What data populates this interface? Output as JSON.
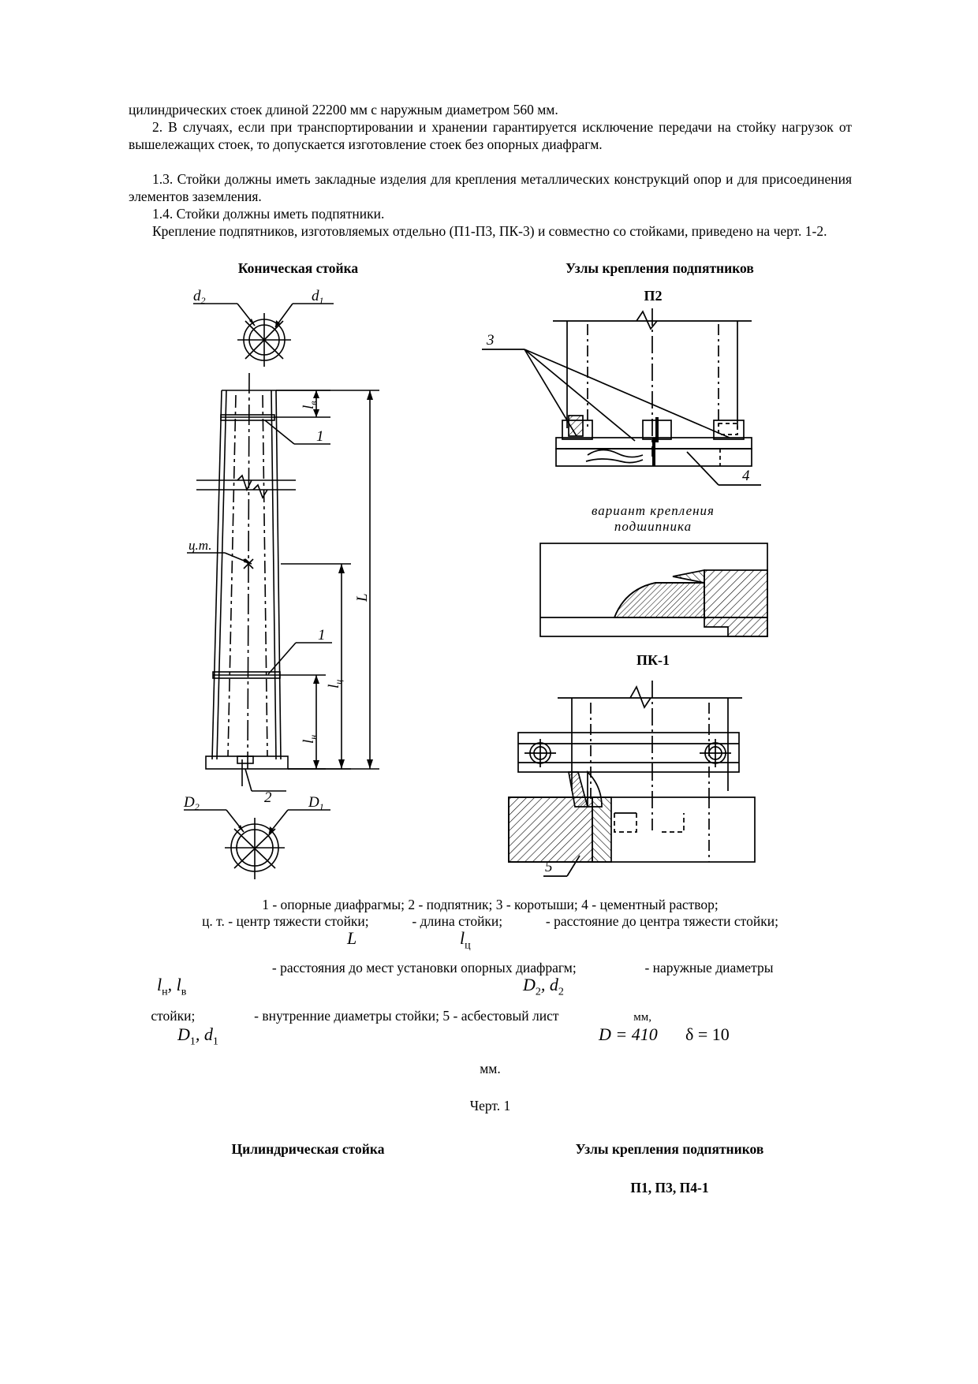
{
  "document": {
    "paragraphs": [
      "цилиндрических стоек длиной 22200 мм с наружным диаметром 560 мм.",
      "2. В случаях, если при транспортировании и хранении гарантируется исключение передачи на стойку нагрузок от вышележащих стоек, то допускается изготовление стоек без опорных диафрагм.",
      "1.3. Стойки должны иметь закладные изделия для крепления металлических конструкций опор и для присоединения элементов заземления.",
      "1.4. Стойки должны иметь подпятники.",
      "Крепление подпятников, изготовляемых отдельно (П1-П3, ПК-3) и совместно со стойками, приведено на черт. 1-2."
    ]
  },
  "figure1": {
    "heading_left": "Коническая стойка",
    "heading_right": "Узлы крепления подпятников",
    "right_sub1": "П2",
    "right_variant_line1": "вариант  крепления",
    "right_variant_line2": "подшипника",
    "right_sub2": "ПК-1",
    "labels": {
      "d2": "d",
      "d2_sub": "2",
      "d1": "d",
      "d1_sub": "1",
      "D2": "D",
      "D2_sub": "2",
      "D1": "D",
      "D1_sub": "1",
      "lv": "l",
      "lv_sub": "в",
      "lts": "l",
      "lts_sub": "ц",
      "ln": "l",
      "ln_sub": "н",
      "L": "L",
      "ct": "ц.т.",
      "callout1": "1",
      "callout2": "2",
      "callout3": "3",
      "callout4": "4",
      "callout5": "5"
    },
    "caption": {
      "line1": "1 - опорные диафрагмы; 2 - подпятник; 3 - коротыши; 4 - цементный раствор;",
      "line2_a": "ц. т. - центр тяжести стойки;",
      "line2_sym1": "L",
      "line2_b": "- длина стойки;",
      "line2_sym2": "l",
      "line2_sym2_sub": "ц",
      "line2_c": "- расстояние до центра тяжести стойки;",
      "line3_sym": "l",
      "line3_sym_sub1": "н",
      "line3_sym2": "l",
      "line3_sym_sub2": "в",
      "line3_a": "- расстояния до мест установки опорных диафрагм;",
      "line3_sym3": "D",
      "line3_sym3_sub": "2",
      "line3_sym4": "d",
      "line3_sym4_sub": "2",
      "line3_b": "- наружные диаметры",
      "line4_a": "стойки;",
      "line4_sym1": "D",
      "line4_sym1_sub": "1",
      "line4_sym2": "d",
      "line4_sym2_sub": "1",
      "line4_b": "- внутренние диаметры стойки; 5 - асбестовый лист",
      "line4_D": "D = 410",
      "line4_mm": "мм,",
      "line4_delta": "δ = 10",
      "line5": "мм."
    },
    "number": "Черт. 1"
  },
  "figure2": {
    "heading_left": "Цилиндрическая стойка",
    "heading_right": "Узлы крепления подпятников",
    "sub": "П1, П3, П4-1"
  }
}
